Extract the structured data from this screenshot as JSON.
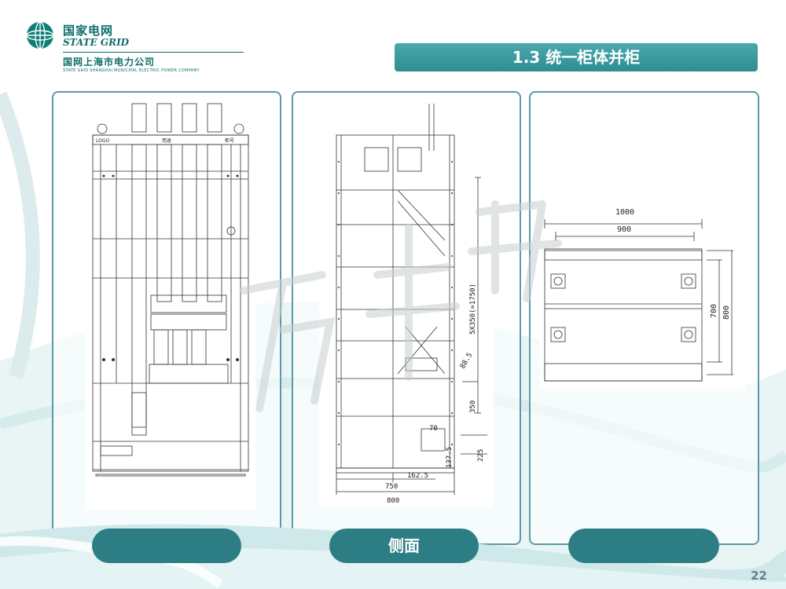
{
  "logo": {
    "name_cn": "国家电网",
    "name_en": "STATE GRID",
    "company_cn": "国网上海市电力公司",
    "company_en": "STATE GRID SHANGHAI MUNICIPAL ELECTRIC POWER COMPANY"
  },
  "slide": {
    "title": "1.3 统一柜体并柜",
    "page_number": "22"
  },
  "front_drawing": {
    "labels": [
      "LOGO",
      "用途",
      "柜号"
    ]
  },
  "side_drawing": {
    "dims": {
      "pitch": "5X350(=1750)",
      "d885": "88.5",
      "d350": "350",
      "d70": "70",
      "d225": "225",
      "d1375": "137.5",
      "d1625": "162.5",
      "d750": "750",
      "d800": "800"
    }
  },
  "top_drawing": {
    "dims": {
      "w1000": "1000",
      "w900": "900",
      "h700": "700",
      "h800": "800"
    }
  },
  "captions": {
    "front": "",
    "side": "侧面",
    "top": ""
  },
  "colors": {
    "brand_teal": "#0d6f6a",
    "title_bar": "#3a9a9e",
    "panel_border": "#5c9aa6",
    "pill": "#2c7e84"
  }
}
